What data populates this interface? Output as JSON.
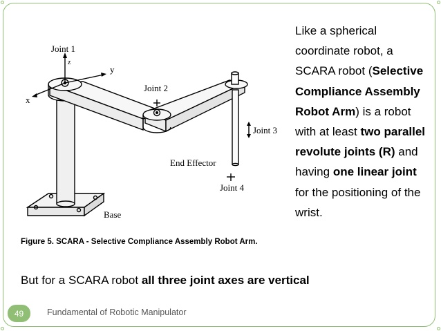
{
  "figure": {
    "labels": {
      "joint1": "Joint 1",
      "joint2": "Joint 2",
      "joint3": "Joint 3",
      "joint4": "Joint 4",
      "end_effector": "End Effector",
      "base": "Base",
      "axis_x": "x",
      "axis_y": "y",
      "axis_z": "z"
    },
    "caption": "Figure 5. SCARA - Selective Compliance Assembly Robot Arm."
  },
  "description": {
    "p1": "Like a spherical coordinate robot, a SCARA robot (",
    "b1": "Selective Compliance Assembly Robot Arm",
    "p2": ") is a robot with at least ",
    "b2": "two parallel revolute joints (R)",
    "p3": " and having ",
    "b3": "one linear joint",
    "p4": " for the positioning of the wrist."
  },
  "bottom_note": {
    "prefix": "But for a SCARA robot ",
    "bold": "all three joint axes are vertical"
  },
  "footer": {
    "page_number": "49",
    "title": "Fundamental of Robotic Manipulator"
  },
  "colors": {
    "accent": "#8fbe74"
  }
}
